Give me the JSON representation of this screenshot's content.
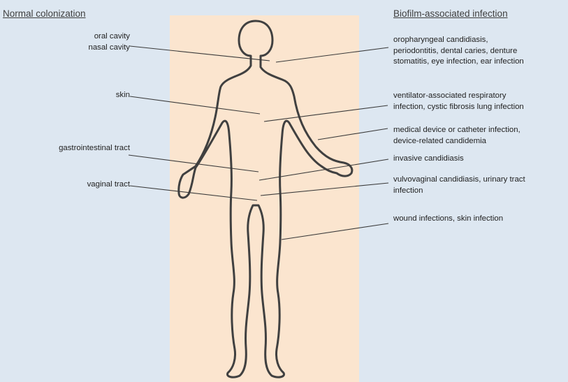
{
  "headings": {
    "left": "Normal colonization",
    "right": "Biofilm-associated  infection"
  },
  "colonization_sites": [
    {
      "id": "oral",
      "lines": [
        "oral cavity",
        "nasal cavity"
      ]
    },
    {
      "id": "skin",
      "lines": [
        "skin"
      ]
    },
    {
      "id": "gi",
      "lines": [
        "gastrointestinal tract"
      ]
    },
    {
      "id": "vaginal",
      "lines": [
        "vaginal tract"
      ]
    }
  ],
  "infections": [
    {
      "id": "oral",
      "lines": [
        "oropharyngeal candidiasis,",
        "periodontitis, dental caries, denture",
        "stomatitis, eye infection, ear infection"
      ]
    },
    {
      "id": "respiratory",
      "lines": [
        "ventilator-associated respiratory",
        "infection, cystic fibrosis lung infection"
      ]
    },
    {
      "id": "device",
      "lines": [
        "medical device or catheter infection,",
        "device-related candidemia"
      ]
    },
    {
      "id": "invasive",
      "lines": [
        "invasive candidiasis"
      ]
    },
    {
      "id": "vulvovaginal",
      "lines": [
        "vulvovaginal candidiasis, urinary tract",
        "infection"
      ]
    },
    {
      "id": "wound",
      "lines": [
        "wound infections, skin infection"
      ]
    }
  ],
  "colors": {
    "background": "#dde7f1",
    "panel": "#fbe5cf",
    "outline": "#404040",
    "text": "#222222"
  }
}
